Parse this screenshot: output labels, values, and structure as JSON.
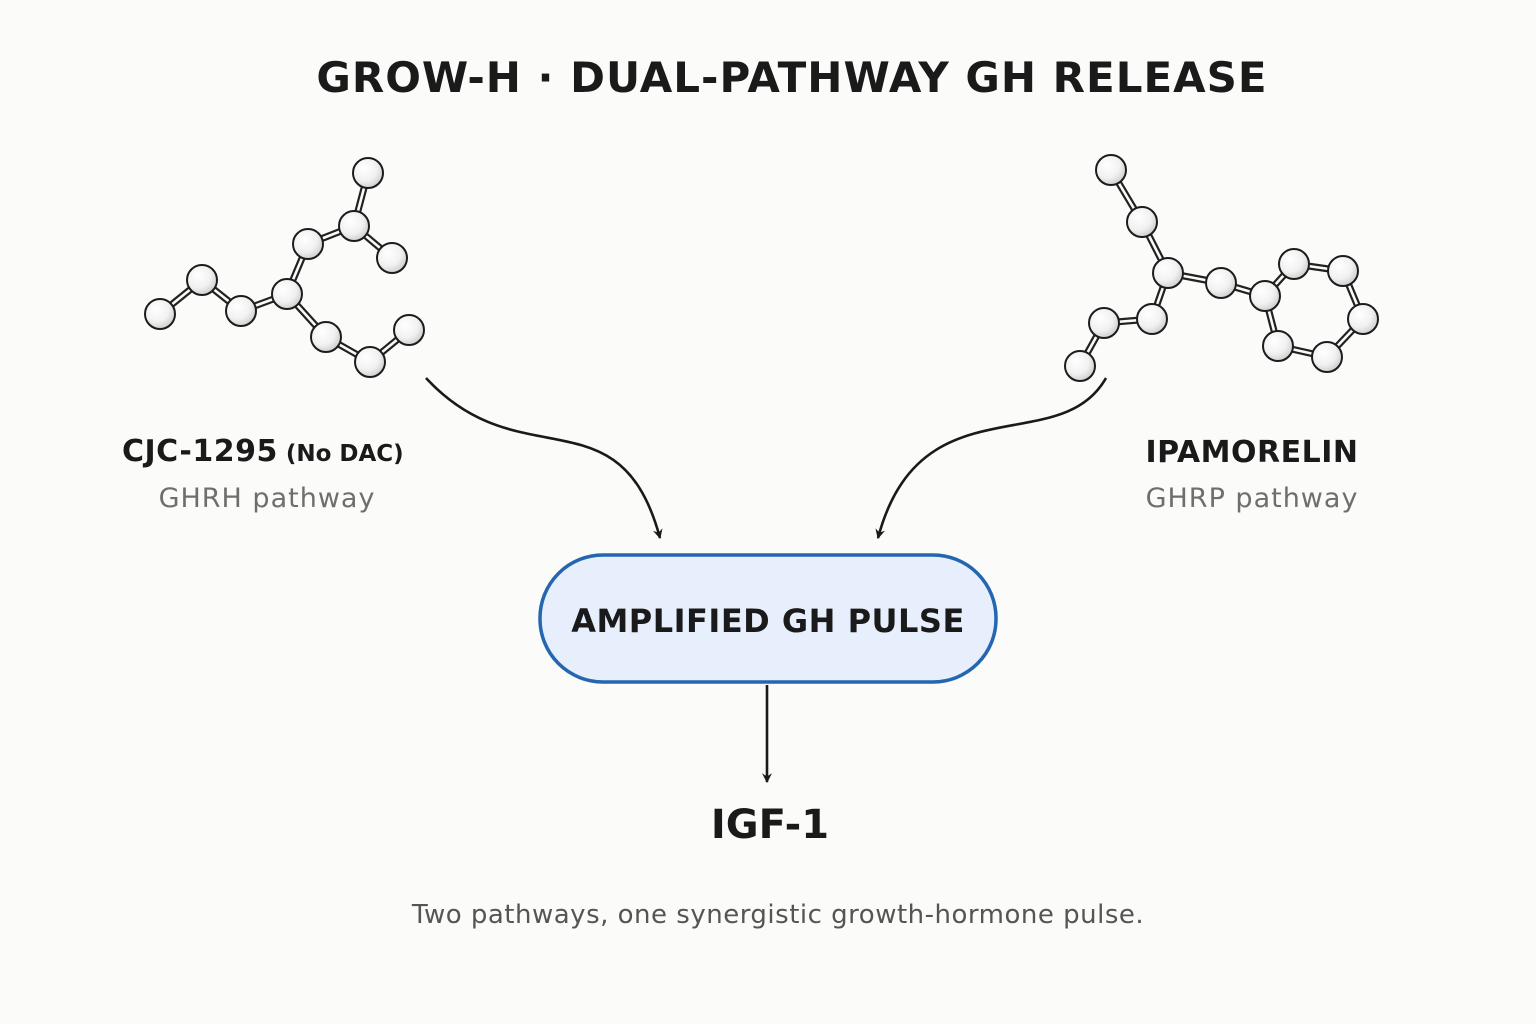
{
  "title": "GROW-H · DUAL-PATHWAY GH RELEASE",
  "left_compound": {
    "name": "CJC-1295",
    "qualifier": "(No DAC)",
    "pathway": "GHRH pathway"
  },
  "right_compound": {
    "name": "IPAMORELIN",
    "pathway": "GHRP pathway"
  },
  "center_node": {
    "label": "AMPLIFIED GH PULSE"
  },
  "output_node": {
    "label": "IGF-1"
  },
  "caption": "Two pathways, one synergistic growth-hormone pulse.",
  "colors": {
    "background": "#fbfbf9",
    "node_fill": "#e6effb",
    "node_border": "#2466b0",
    "text": "#1a1a1a",
    "muted_text": "#6e6e6e"
  },
  "icons": [
    "molecule-cjc-1295-icon",
    "molecule-ipamorelin-icon",
    "arrow-icon"
  ]
}
